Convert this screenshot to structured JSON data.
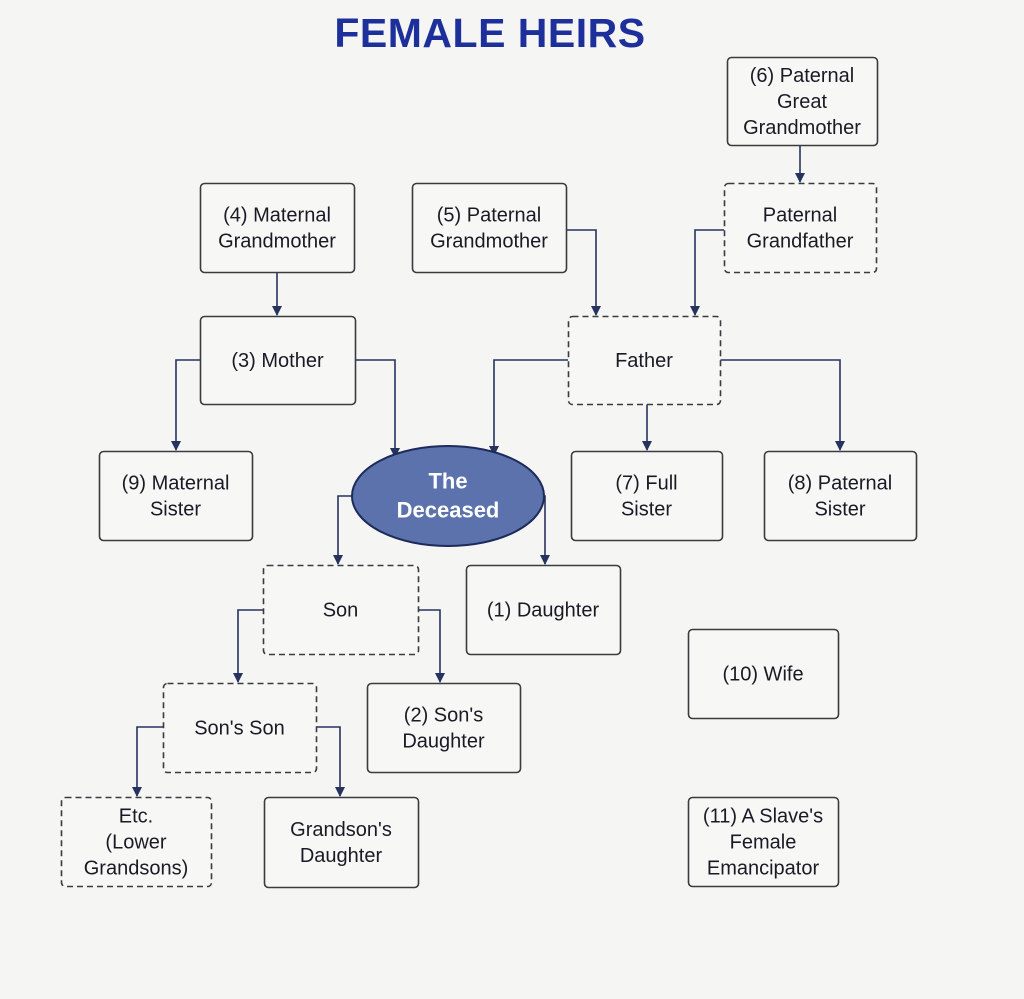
{
  "title": "FEMALE HEIRS",
  "colors": {
    "title": "#1c2f9a",
    "deceased_fill": "#5b72ad",
    "arrow": "#27335f",
    "box_stroke": "#3a3a40"
  },
  "nodes": {
    "great_grandmother": {
      "lines": [
        "(6) Paternal",
        "Great",
        "Grandmother"
      ],
      "style": "solid"
    },
    "paternal_grandfather": {
      "lines": [
        "Paternal",
        "Grandfather"
      ],
      "style": "dashed"
    },
    "maternal_grandmother": {
      "lines": [
        "(4) Maternal",
        "Grandmother"
      ],
      "style": "solid"
    },
    "paternal_grandmother": {
      "lines": [
        "(5) Paternal",
        "Grandmother"
      ],
      "style": "solid"
    },
    "mother": {
      "lines": [
        "(3) Mother"
      ],
      "style": "solid"
    },
    "father": {
      "lines": [
        "Father"
      ],
      "style": "dashed"
    },
    "maternal_sister": {
      "lines": [
        "(9) Maternal",
        "Sister"
      ],
      "style": "solid"
    },
    "deceased": {
      "lines": [
        "The",
        "Deceased"
      ],
      "style": "ellipse"
    },
    "full_sister": {
      "lines": [
        "(7) Full",
        "Sister"
      ],
      "style": "solid"
    },
    "paternal_sister": {
      "lines": [
        "(8) Paternal",
        "Sister"
      ],
      "style": "solid"
    },
    "son": {
      "lines": [
        "Son"
      ],
      "style": "dashed"
    },
    "daughter": {
      "lines": [
        "(1) Daughter"
      ],
      "style": "solid"
    },
    "wife": {
      "lines": [
        "(10) Wife"
      ],
      "style": "solid"
    },
    "sons_son": {
      "lines": [
        "Son's Son"
      ],
      "style": "dashed"
    },
    "sons_daughter": {
      "lines": [
        "(2) Son's",
        "Daughter"
      ],
      "style": "solid"
    },
    "lower_grandsons": {
      "lines": [
        "Etc.",
        "(Lower",
        "Grandsons)"
      ],
      "style": "dashed"
    },
    "grandsons_daughter": {
      "lines": [
        "Grandson's",
        "Daughter"
      ],
      "style": "solid"
    },
    "emancipator": {
      "lines": [
        "(11) A Slave's",
        "Female",
        "Emancipator"
      ],
      "style": "solid"
    }
  }
}
